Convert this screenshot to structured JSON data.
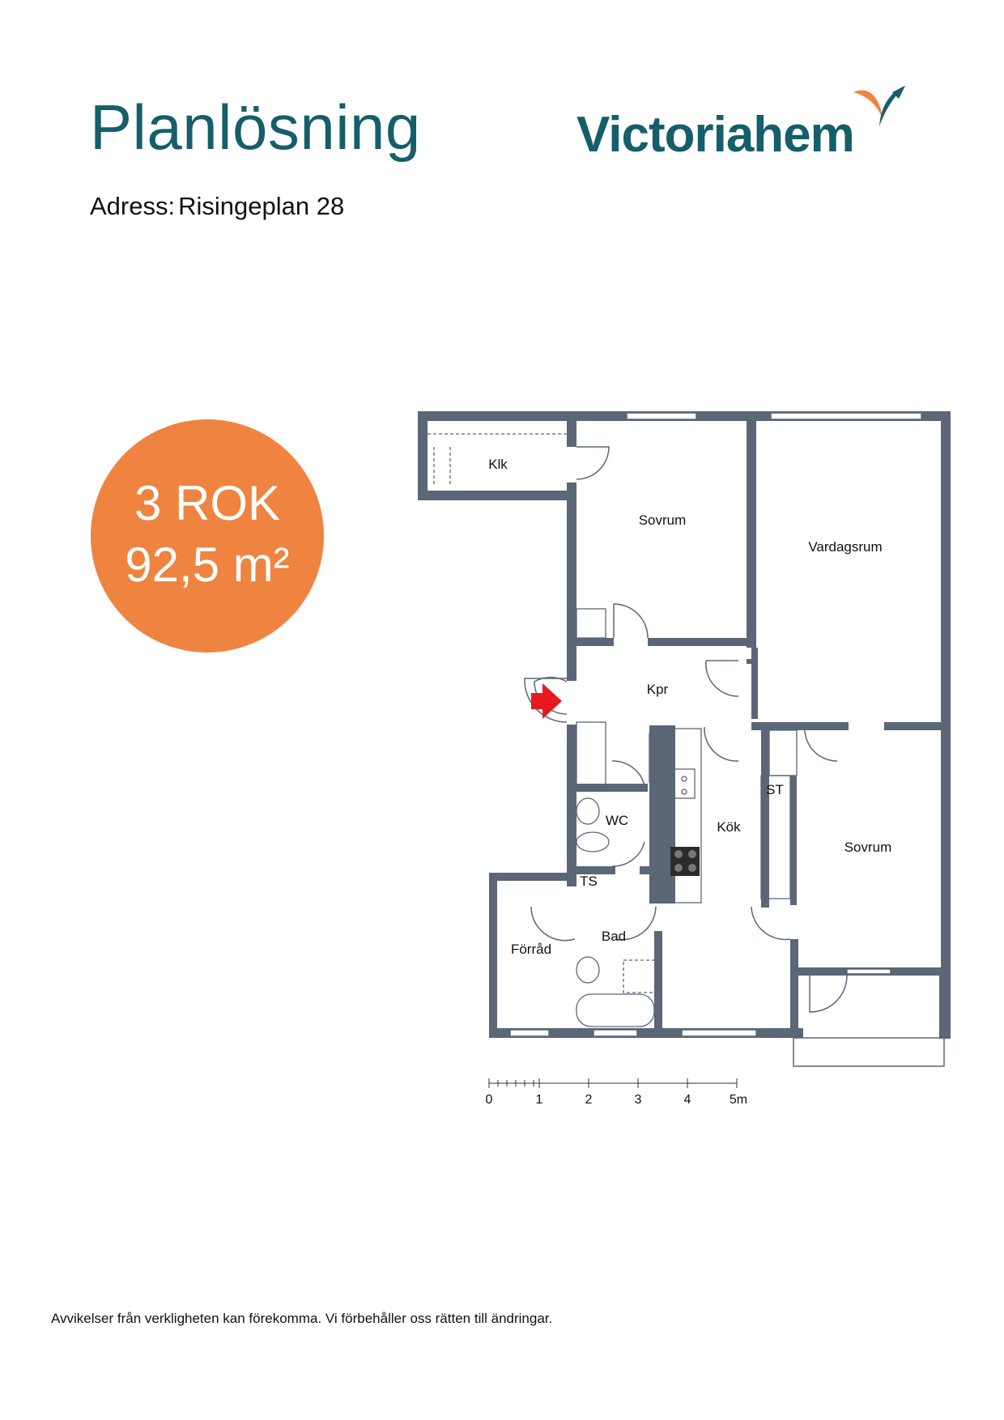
{
  "header": {
    "title": "Planlösning",
    "address_label": "Adress:",
    "address_value": "Risingeplan 28"
  },
  "logo": {
    "text": "Victoriahem",
    "colors": {
      "text": "#155e6a",
      "orange": "#ee8440",
      "teal": "#155e6a"
    }
  },
  "badge": {
    "rooms": "3 ROK",
    "area": "92,5 m²",
    "color": "#ee8440"
  },
  "floorplan": {
    "wall_color": "#5b6676",
    "entrance_arrow_color": "#e8191c",
    "rooms": {
      "klk": "Klk",
      "sovrum_1": "Sovrum",
      "vardagsrum": "Vardagsrum",
      "kpr": "Kpr",
      "wc": "WC",
      "kok": "Kök",
      "st": "ST",
      "sovrum_2": "Sovrum",
      "ts": "TS",
      "bad": "Bad",
      "forrad": "Förråd"
    },
    "scale": {
      "ticks": [
        "0",
        "1",
        "2",
        "3",
        "4",
        "5m"
      ]
    }
  },
  "footer": {
    "disclaimer": "Avvikelser från verkligheten kan förekomma. Vi förbehåller oss rätten till ändringar."
  }
}
